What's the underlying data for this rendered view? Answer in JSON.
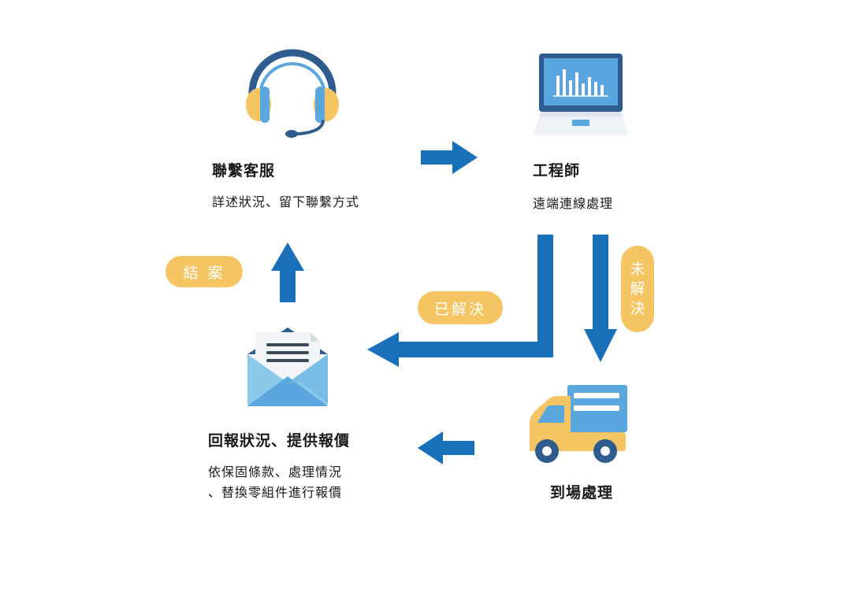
{
  "colors": {
    "arrow": "#1a6fb9",
    "pill": "#f4c562",
    "pill_text": "#ffffff",
    "icon_blue_dark": "#2f5c8f",
    "icon_blue_light": "#5aa6df",
    "icon_yellow": "#f4c562"
  },
  "nodes": {
    "customer_service": {
      "icon": "headset-icon",
      "title": "聯繫客服",
      "desc_lines": [
        "詳述狀況、留下聯繫方式"
      ]
    },
    "engineer": {
      "icon": "laptop-chart-icon",
      "title": "工程師",
      "desc_lines": [
        "遠端連線處理"
      ]
    },
    "report": {
      "icon": "envelope-letter-icon",
      "title": "回報狀況、提供報價",
      "desc_lines": [
        "依保固條款、處理情況",
        "、替換零組件進行報價"
      ]
    },
    "onsite": {
      "icon": "truck-icon",
      "title": "到場處理"
    }
  },
  "labels": {
    "closed": "結 案",
    "resolved": "已解決",
    "unresolved": "未解決"
  }
}
